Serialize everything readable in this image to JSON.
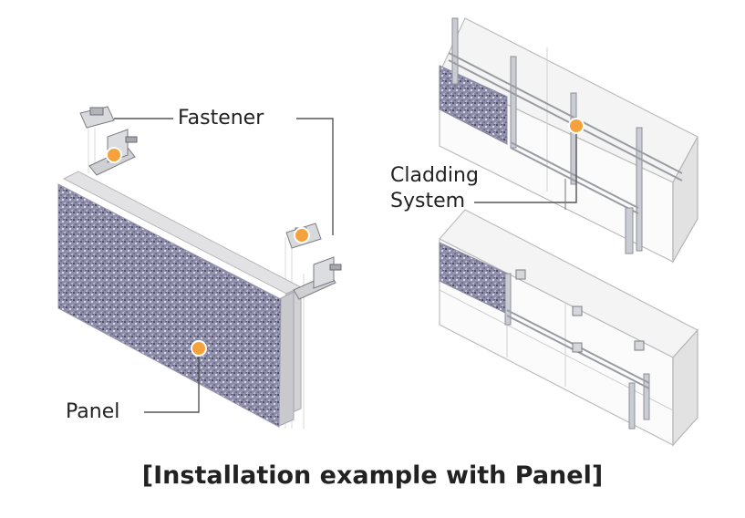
{
  "labels": {
    "fastener": "Fastener",
    "panel": "Panel",
    "cladding_line1": "Cladding",
    "cladding_line2": "System"
  },
  "caption": "[Installation example with Panel]",
  "colors": {
    "marker": "#f5a23c",
    "leader": "#555555",
    "granite": "#8b8aa8",
    "wall": "#f4f4f4",
    "wall_edge": "#bdbdbd",
    "rail": "#c9ccd2"
  }
}
